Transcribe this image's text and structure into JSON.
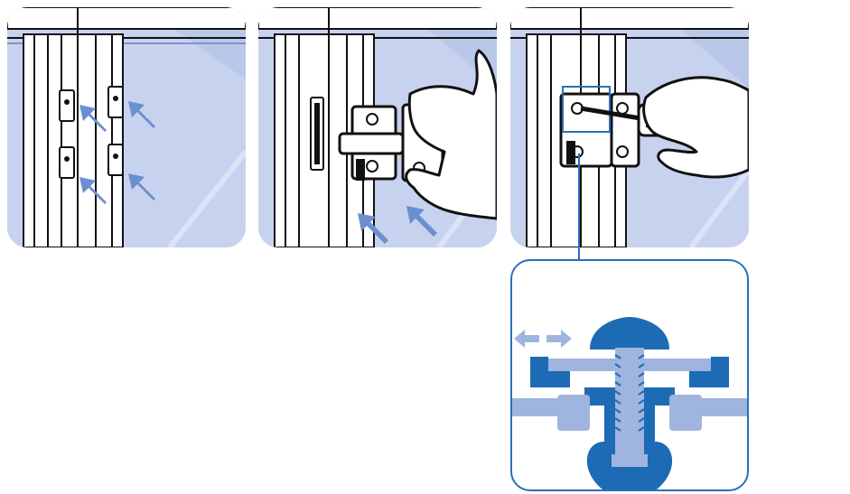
{
  "figure": {
    "panels": [
      {
        "id": "panel1",
        "subject": "frame-profile-with-slot-nuts",
        "arrow_count": 4
      },
      {
        "id": "panel2",
        "subject": "hand-inserting-hinge-bolts",
        "arrow_count": 2
      },
      {
        "id": "panel3",
        "subject": "hand-tightening-with-screwdriver",
        "arrow_count": 0
      }
    ],
    "detail": {
      "subject": "cross-section-of-bolt-in-slot-nut"
    },
    "colors": {
      "glass": "#c7d3ee",
      "frame": "#ffffff",
      "outline": "#111111",
      "arrow": "#6b8fd0",
      "detail_dark": "#1d6bb5",
      "detail_light": "#9fb4df",
      "leader": "#2a6fb8"
    },
    "icons": [
      "hand-icon",
      "screwdriver-icon",
      "arrow-icon",
      "double-arrow-icon"
    ]
  }
}
